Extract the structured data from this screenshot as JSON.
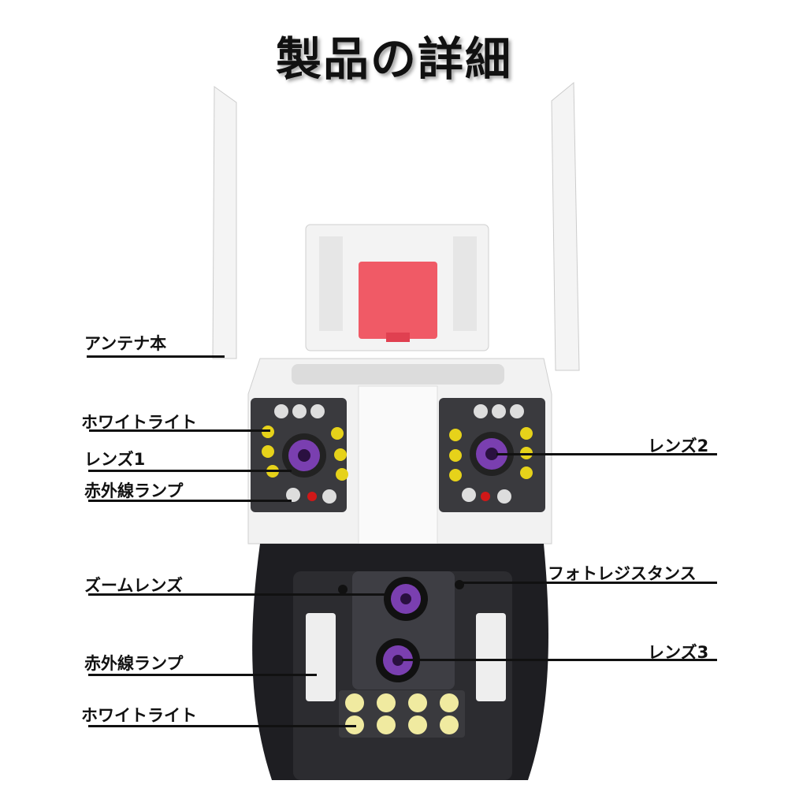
{
  "title": "製品の詳細",
  "labels_left": [
    "アンテナ本",
    "ホワイトライト",
    "レンズ1",
    "赤外線ランプ",
    "ズームレンズ",
    "赤外線ランプ",
    "ホワイトライト"
  ],
  "labels_right": [
    "レンズ2",
    "フォトレジスタンス",
    "レンズ3"
  ],
  "colors": {
    "body": "#f2f2f2",
    "dome": "#1e1e22",
    "red_block": "#f05a66",
    "yellow_led": "#e6d21a",
    "lens": "#7a3fb0"
  }
}
